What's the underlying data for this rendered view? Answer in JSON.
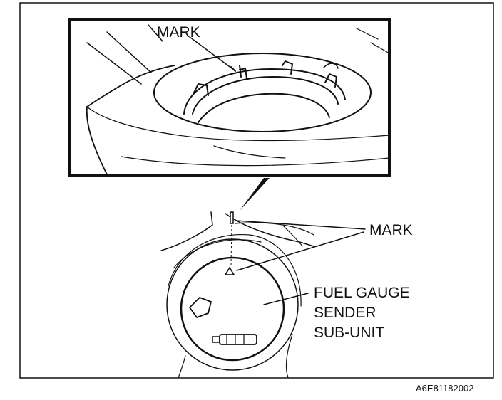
{
  "labels": {
    "inset_mark": "MARK",
    "mark": "MARK",
    "fuel_gauge_line1": "FUEL GAUGE",
    "fuel_gauge_line2": "SENDER",
    "fuel_gauge_line3": "SUB-UNIT",
    "figure_code": "A6E81182002"
  }
}
